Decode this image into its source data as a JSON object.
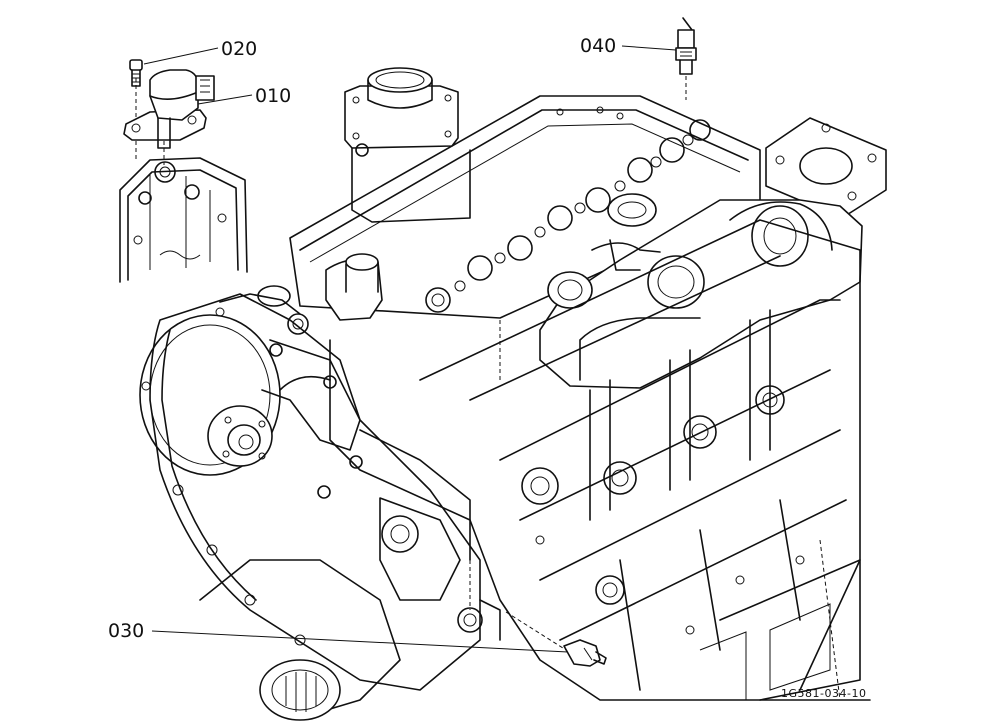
{
  "callouts": [
    {
      "id": "010",
      "text": "010"
    },
    {
      "id": "020",
      "text": "020"
    },
    {
      "id": "030",
      "text": "030"
    },
    {
      "id": "040",
      "text": "040"
    }
  ],
  "document_id": "1G581-034-10"
}
